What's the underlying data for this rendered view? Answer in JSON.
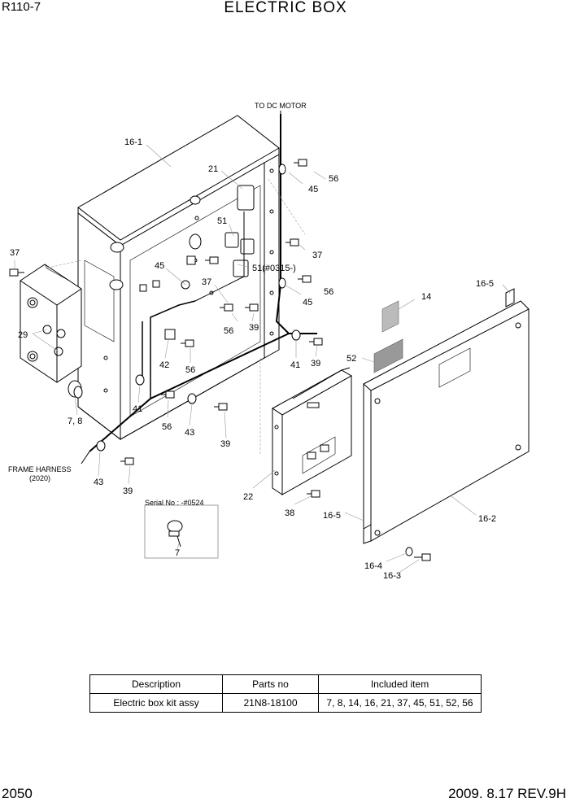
{
  "header": {
    "model": "R110-7",
    "title": "ELECTRIC BOX"
  },
  "footer": {
    "page_number": "2050",
    "revision": "2009. 8.17  REV.9H"
  },
  "diagram": {
    "notes": {
      "to_dc_motor": "TO DC MOTOR",
      "frame_harness_1": "FRAME HARNESS",
      "frame_harness_2": "(2020)",
      "serial_no": "Serial No : -#0524"
    },
    "callouts": {
      "c16_1": "16-1",
      "c21": "21",
      "c56a": "56",
      "c45a": "45",
      "c51a": "51",
      "c37a": "37",
      "c45b": "45",
      "c51b": "51(#0315-)",
      "c37b": "37",
      "c56b": "56",
      "c45c": "45",
      "c37c": "37",
      "c29": "29",
      "c56c": "56",
      "c39a": "39",
      "c14": "14",
      "c16_5a": "16-5",
      "c52": "52",
      "c41a": "41",
      "c39b": "39",
      "c42": "42",
      "c56d": "56",
      "c7_8": "7, 8",
      "c41b": "41",
      "c56e": "56",
      "c43a": "43",
      "c39c": "39",
      "c43b": "43",
      "c39d": "39",
      "c22": "22",
      "c38": "38",
      "c16_5b": "16-5",
      "c16_2": "16-2",
      "c7": "7",
      "c16_4": "16-4",
      "c16_3": "16-3"
    }
  },
  "table": {
    "headers": [
      "Description",
      "Parts no",
      "Included item"
    ],
    "rows": [
      [
        "Electric box  kit assy",
        "21N8-18100",
        "7, 8, 14, 16, 21, 37, 45, 51, 52, 56"
      ]
    ]
  }
}
